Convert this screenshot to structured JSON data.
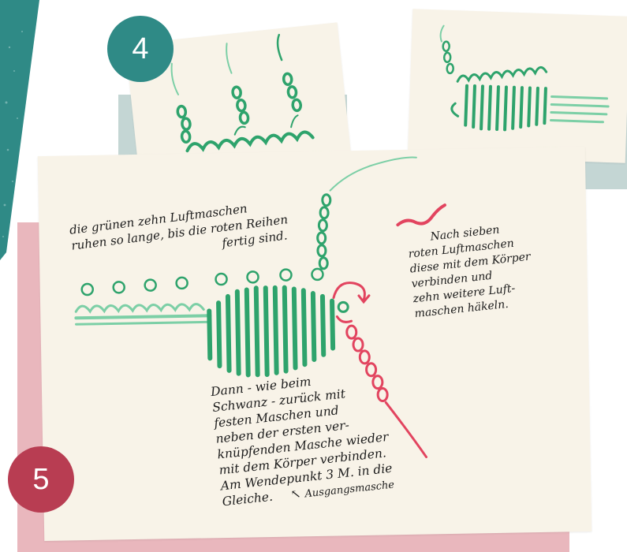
{
  "colors": {
    "teal": "#2f8a86",
    "badge_4": "#2f8a86",
    "badge_5": "#b83d52",
    "pink_block": "#e9b7bd",
    "sage_block": "#c4d6d4",
    "paper": "#f8f3e8",
    "stitch_green": "#2ea36c",
    "stitch_light": "#7ccfa6",
    "stitch_red": "#e2445f"
  },
  "step_badges": {
    "four": "4",
    "five": "5"
  },
  "annotations": {
    "green_note": [
      "die grünen zehn Luftmaschen",
      "ruhen so lange, bis die roten Reihen",
      "fertig sind."
    ],
    "red_note": [
      "Nach sieben",
      "roten Luftmaschen",
      "diese mit dem Körper",
      "verbinden und",
      "zehn weitere Luft-",
      "maschen häkeln."
    ],
    "main_note": [
      "Dann - wie beim",
      "Schwanz - zurück mit",
      "festen Maschen und",
      "neben der ersten ver-",
      "knüpfenden Masche wieder",
      "mit dem Körper verbinden.",
      "Am Wendepunkt 3 M. in die",
      "Gleiche."
    ],
    "origin_label": "Ausgangsmasche"
  },
  "icons": {
    "turn_arrow": "curved-arrow-icon",
    "origin_pointer": "up-arrow-icon"
  }
}
